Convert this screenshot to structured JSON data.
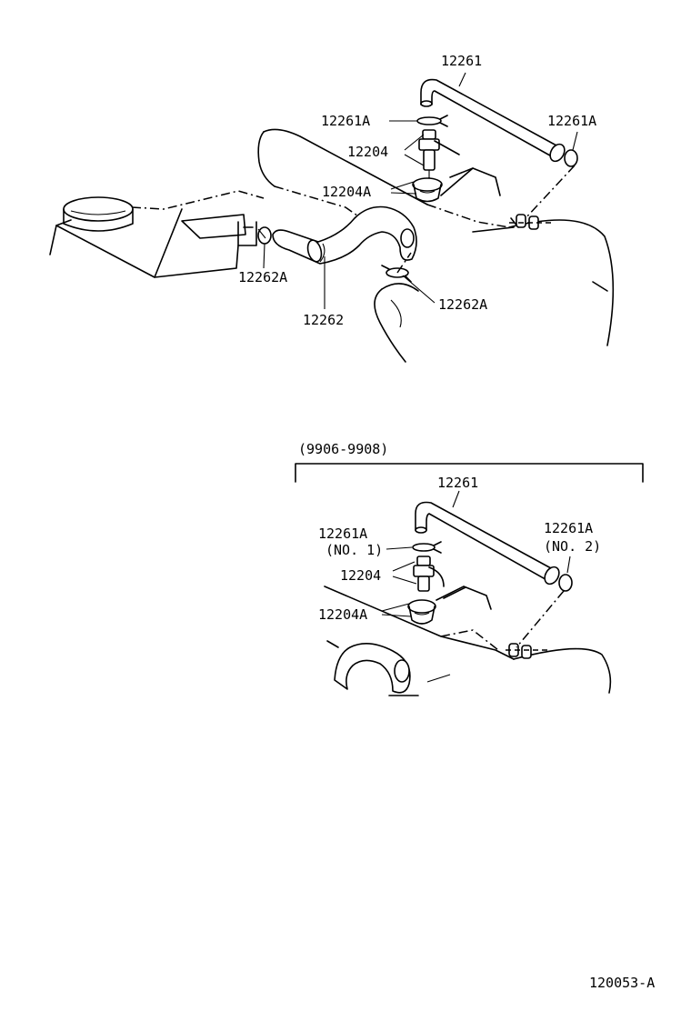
{
  "top_view": {
    "labels": {
      "hose_12261": "12261",
      "clip_12261a_left": "12261A",
      "clip_12261a_right": "12261A",
      "valve_12204": "12204",
      "grommet_12204a": "12204A",
      "clip_12262a_left": "12262A",
      "hose_12262": "12262",
      "clip_12262a_right": "12262A"
    }
  },
  "bottom_view": {
    "date_range": "(9906-9908)",
    "labels": {
      "hose_12261": "12261",
      "clip_12261a_no1": "12261A",
      "clip_12261a_no1_note": "(NO. 1)",
      "clip_12261a_no2": "12261A",
      "clip_12261a_no2_note": "(NO. 2)",
      "valve_12204": "12204",
      "grommet_12204a": "12204A"
    }
  },
  "figure_code": "120053-A"
}
